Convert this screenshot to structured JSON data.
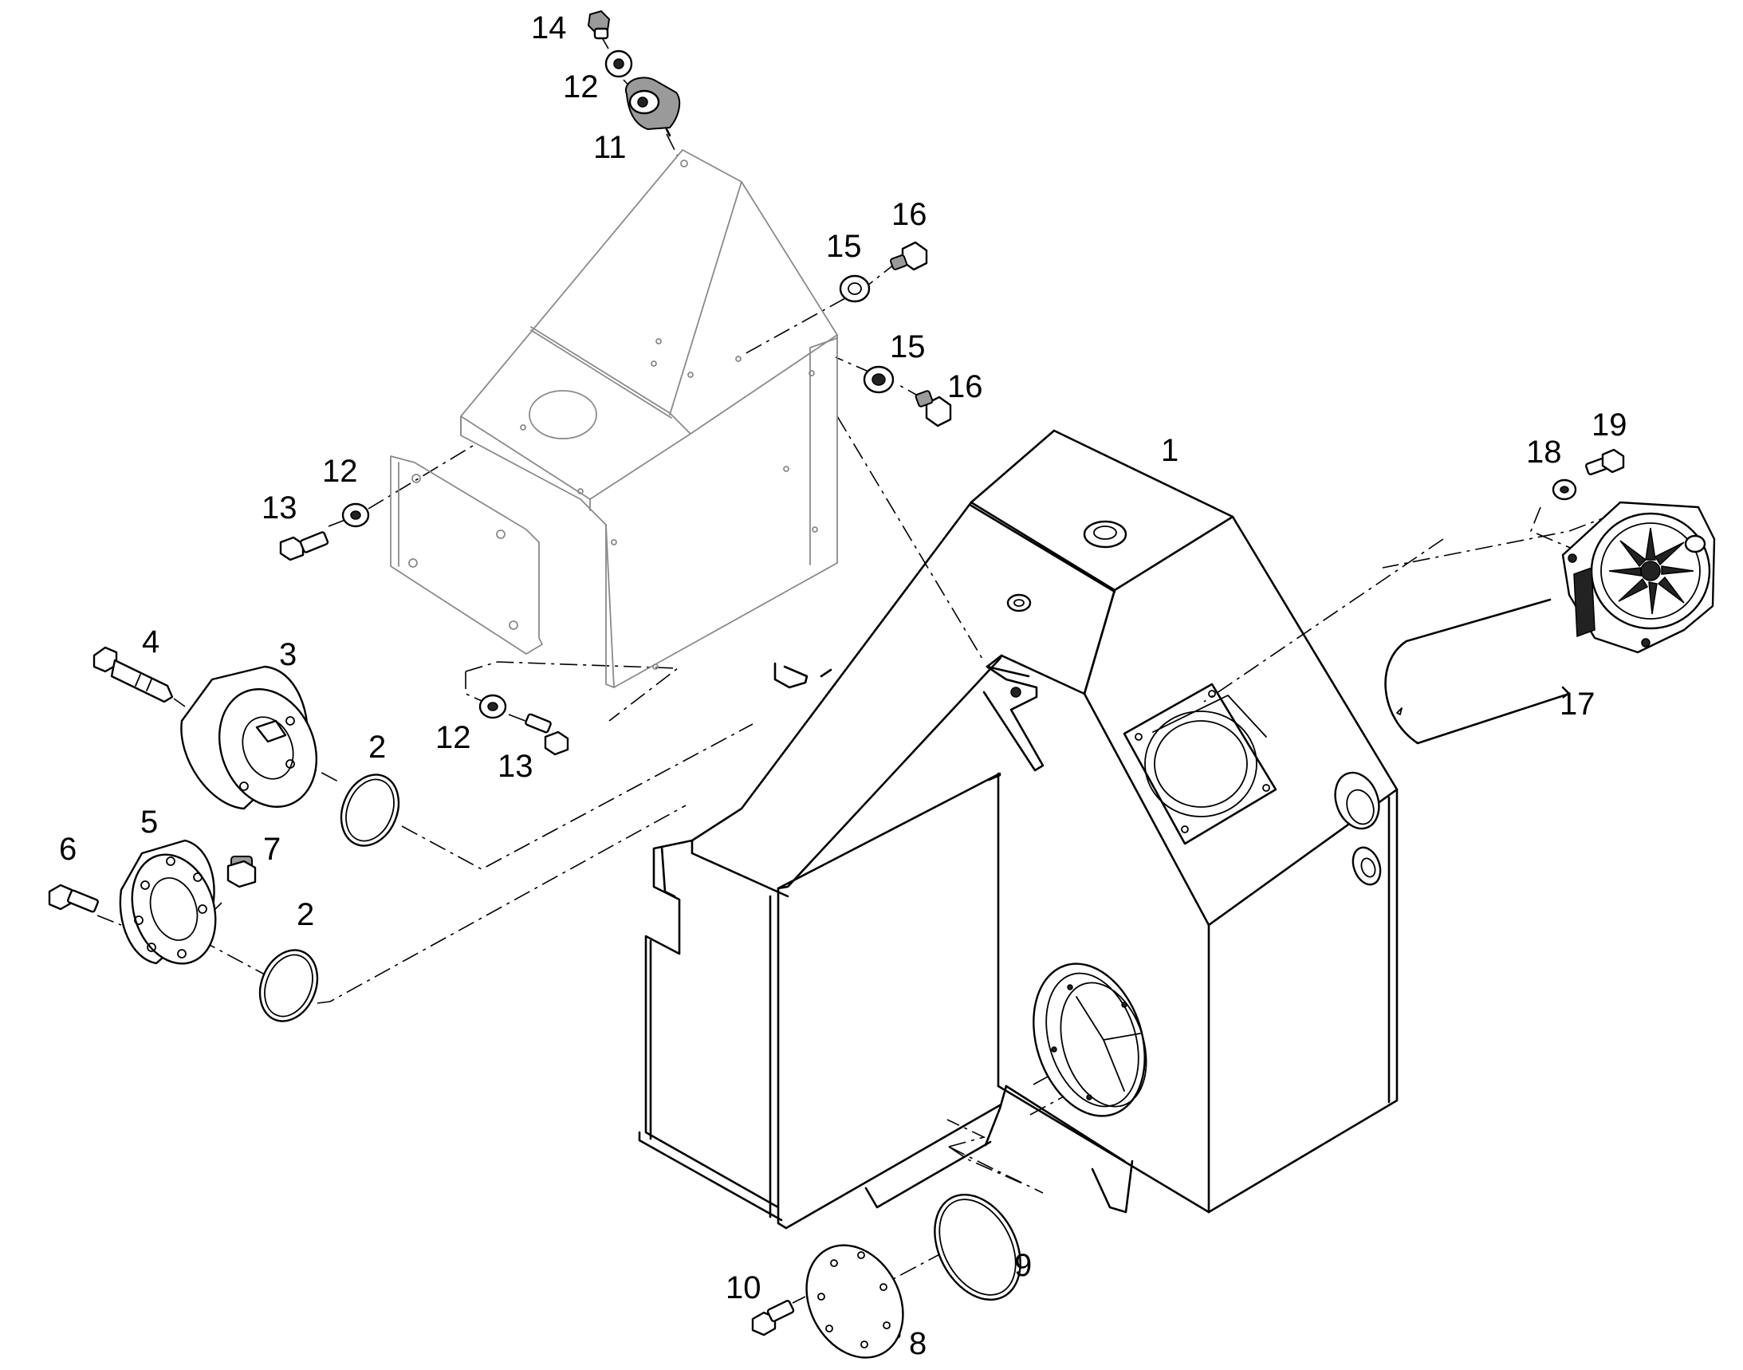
{
  "callouts": {
    "c1": "1",
    "c2a": "2",
    "c2b": "2",
    "c3": "3",
    "c4": "4",
    "c5": "5",
    "c6": "6",
    "c7": "7",
    "c8": "8",
    "c9": "9",
    "c10": "10",
    "c11": "11",
    "c12a": "12",
    "c12b": "12",
    "c12c": "12",
    "c13a": "13",
    "c13b": "13",
    "c14": "14",
    "c15a": "15",
    "c15b": "15",
    "c16a": "16",
    "c16b": "16",
    "c17": "17",
    "c18": "18",
    "c19": "19"
  }
}
